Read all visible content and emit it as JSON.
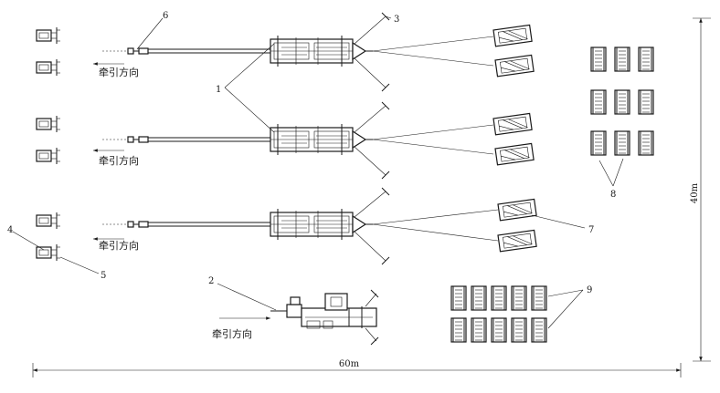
{
  "labels": {
    "callout_1": "1",
    "callout_2": "2",
    "callout_3": "3",
    "callout_4": "4",
    "callout_5": "5",
    "callout_6": "6",
    "callout_7": "7",
    "callout_8": "8",
    "callout_9": "9"
  },
  "direction_text": "牵引方向",
  "dimensions": {
    "width": "60m",
    "height": "40m"
  },
  "colors": {
    "ink": "#1a1a1a",
    "background": "#ffffff"
  }
}
